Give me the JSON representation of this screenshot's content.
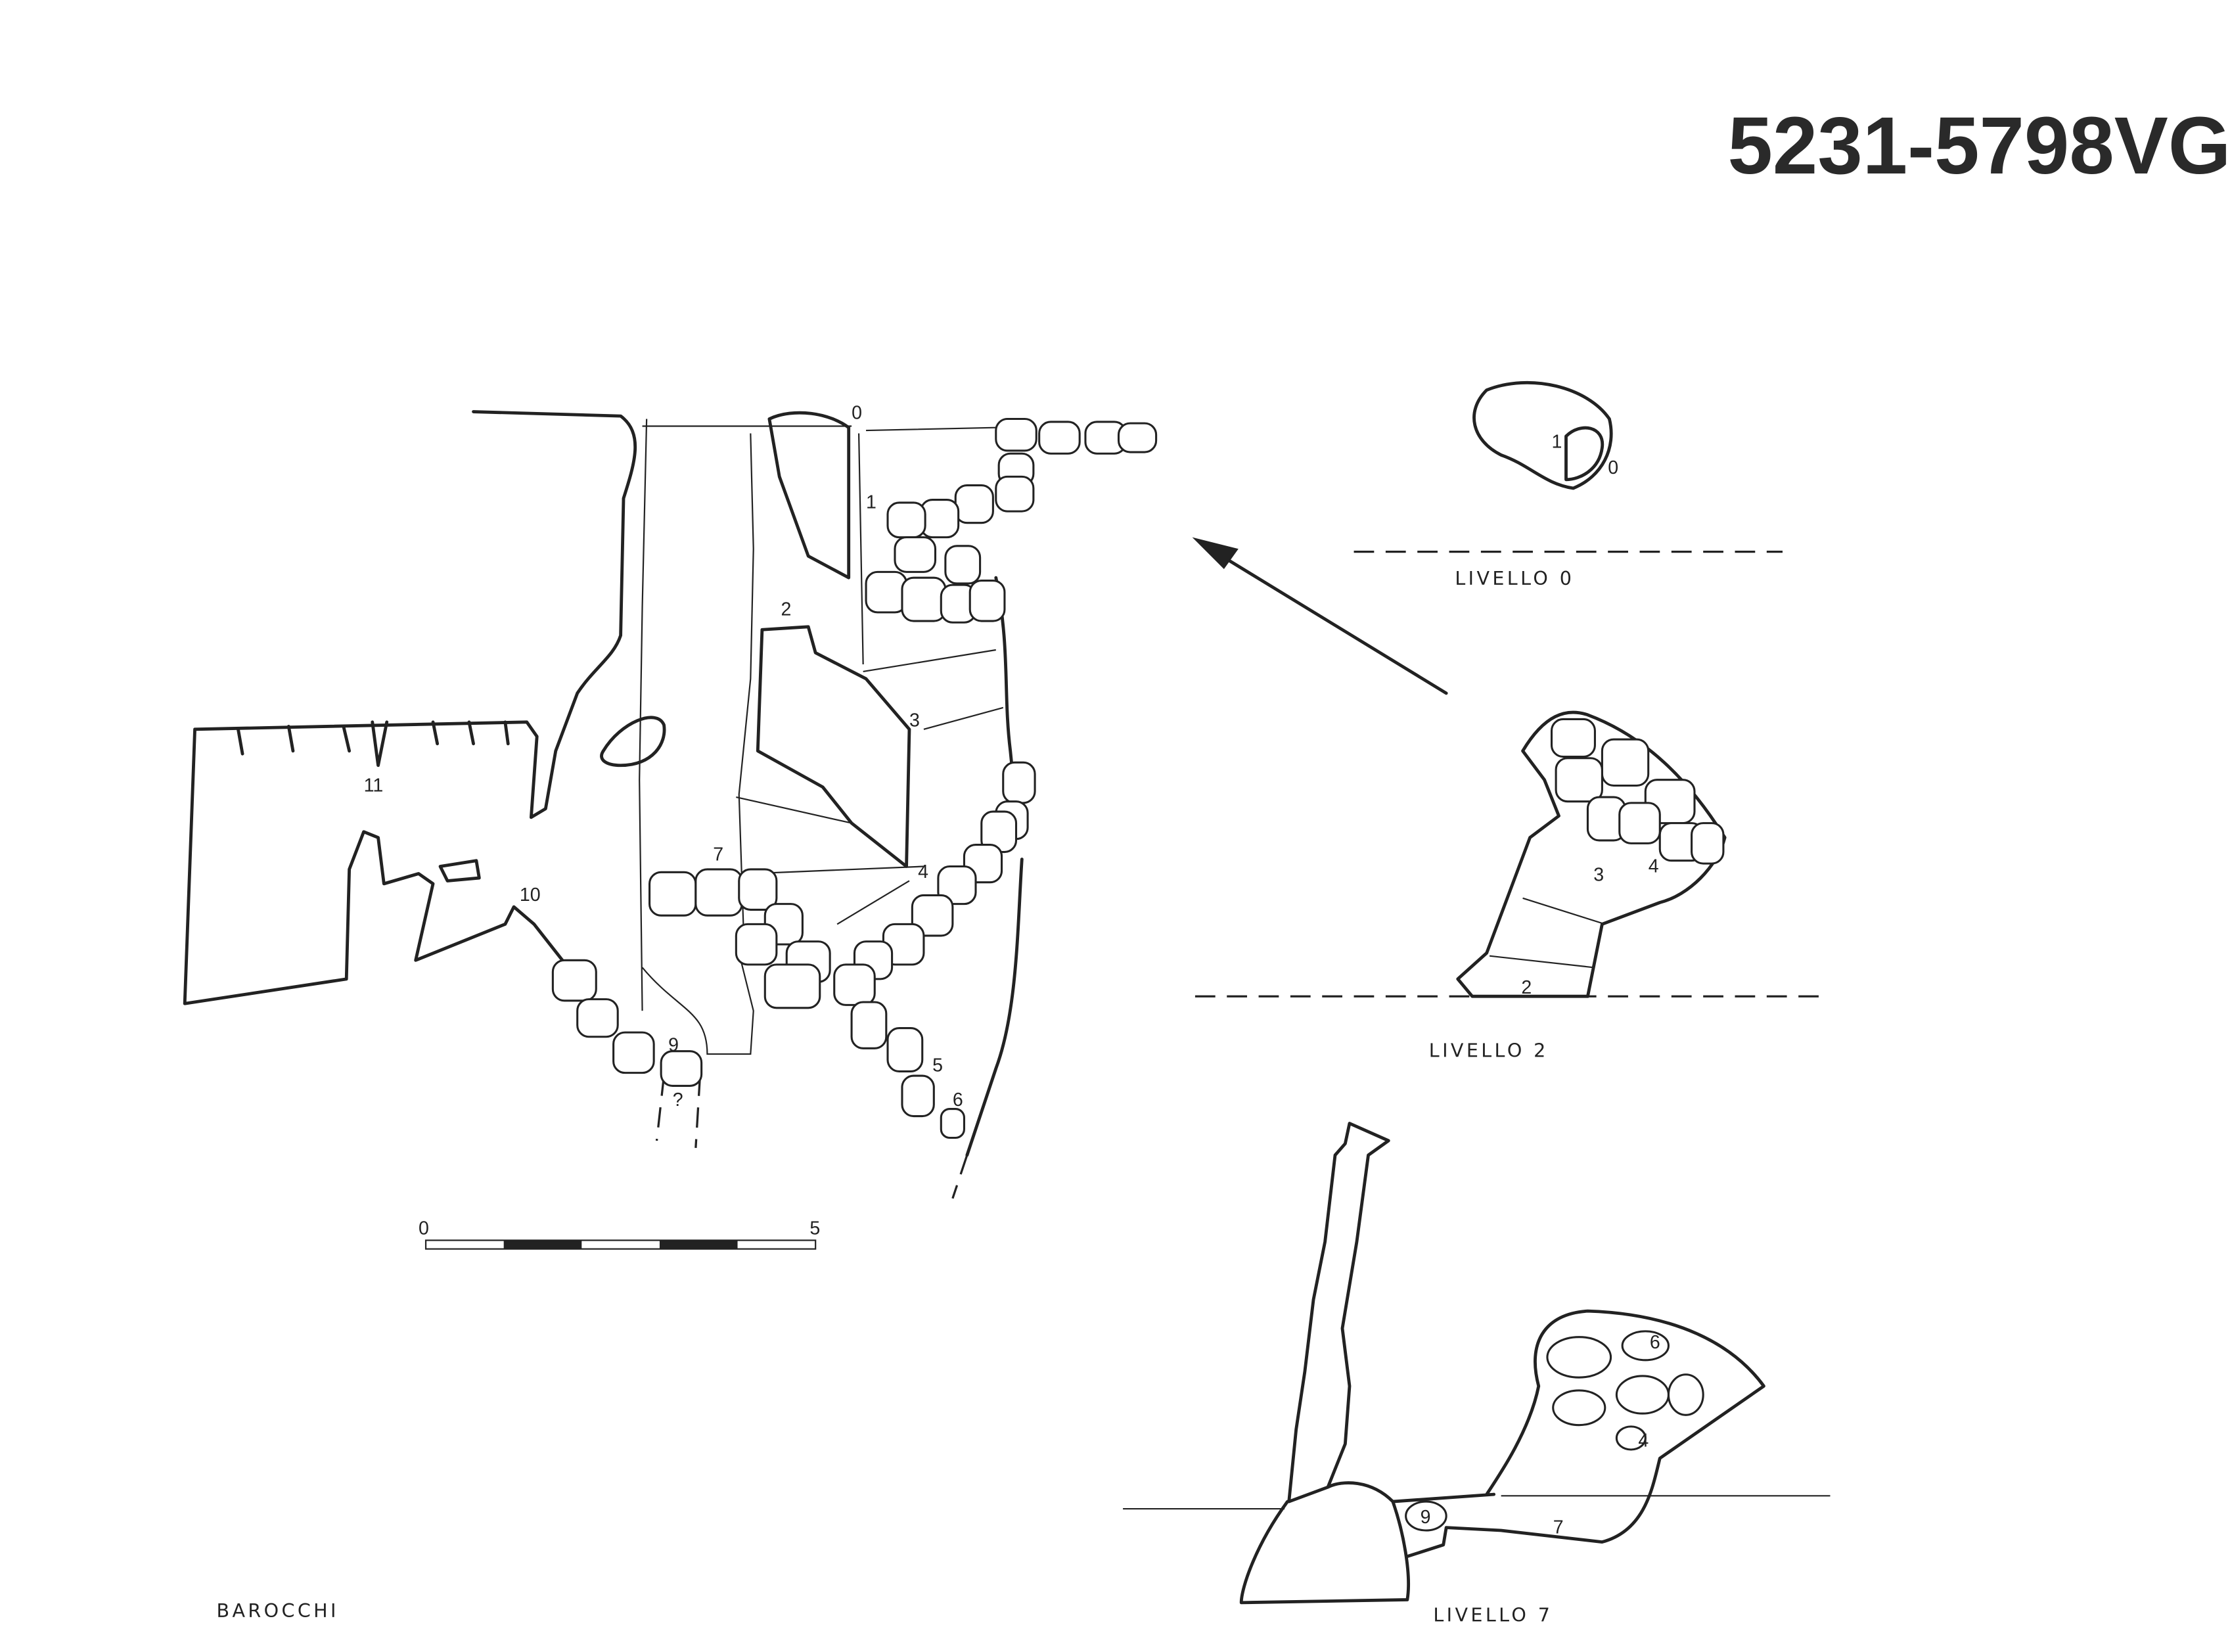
{
  "title": "5231-5798VG",
  "author": "BAROCCHI",
  "plan": {
    "labels": [
      "0",
      "1",
      "2",
      "3",
      "4",
      "5",
      "6",
      "7",
      "9",
      "10",
      "11"
    ],
    "question_mark": "?"
  },
  "scale_bar": {
    "start": "0",
    "end": "5"
  },
  "section_livello_0": {
    "caption": "LIVELLO 0",
    "labels": [
      "1",
      "0"
    ]
  },
  "section_livello_2": {
    "caption": "LIVELLO 2",
    "labels": [
      "3",
      "4",
      "2"
    ]
  },
  "section_livello_7": {
    "caption": "LIVELLO 7",
    "labels": [
      "6",
      "4",
      "9",
      "7"
    ]
  },
  "colors": {
    "ink": "#222222",
    "paper": "#ffffff"
  }
}
